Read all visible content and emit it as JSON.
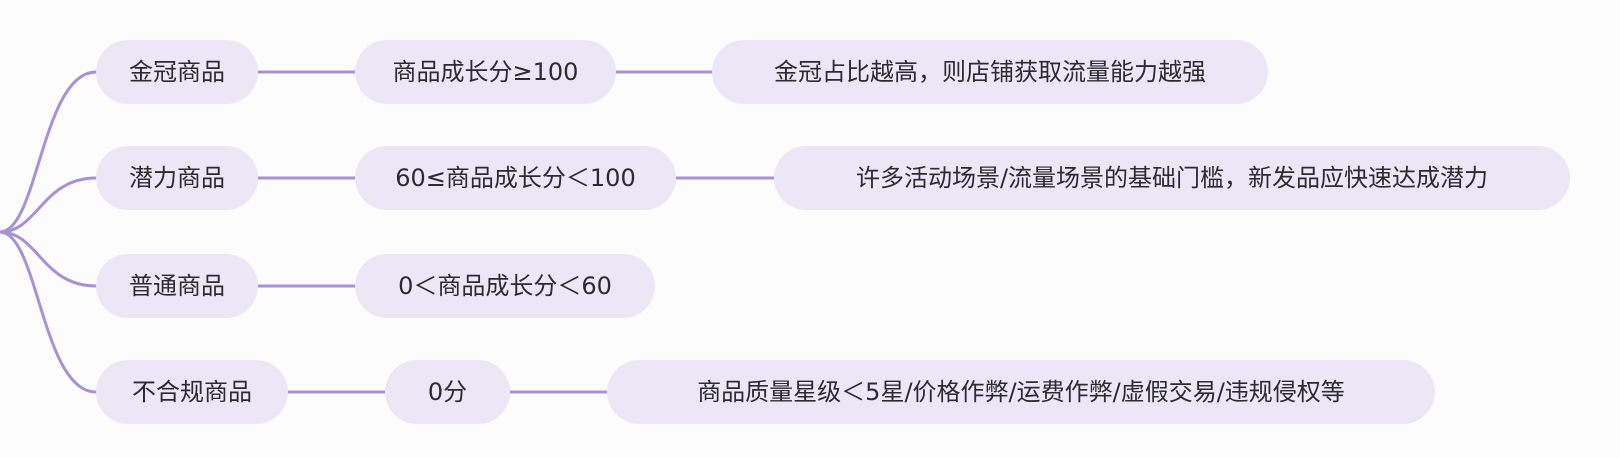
{
  "palette": {
    "node_fill": "#ebe7f6",
    "connector_stroke": "#a792d6",
    "text": "#2b2b30",
    "background": "#fcfcfd"
  },
  "branches": [
    {
      "category": "金冠商品",
      "criterion": "商品成长分≥100",
      "description": "金冠占比越高，则店铺获取流量能力越强"
    },
    {
      "category": "潜力商品",
      "criterion": "60≤商品成长分＜100",
      "description": "许多活动场景/流量场景的基础门槛，新发品应快速达成潜力"
    },
    {
      "category": "普通商品",
      "criterion": "0＜商品成长分＜60",
      "description": ""
    },
    {
      "category": "不合规商品",
      "criterion": "0分",
      "description": "商品质量星级＜5星/价格作弊/运费作弊/虚假交易/违规侵权等"
    }
  ]
}
